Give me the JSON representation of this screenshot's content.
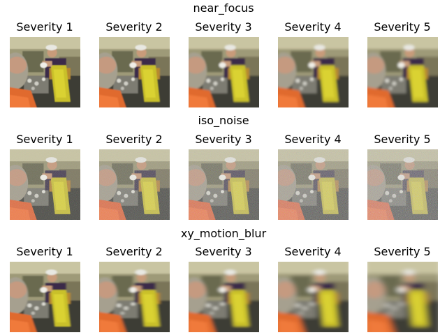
{
  "rows": [
    {
      "title": "near_focus",
      "cells": [
        {
          "label": "Severity 1"
        },
        {
          "label": "Severity 2"
        },
        {
          "label": "Severity 3"
        },
        {
          "label": "Severity 4"
        },
        {
          "label": "Severity 5"
        }
      ]
    },
    {
      "title": "iso_noise",
      "cells": [
        {
          "label": "Severity 1"
        },
        {
          "label": "Severity 2"
        },
        {
          "label": "Severity 3"
        },
        {
          "label": "Severity 4"
        },
        {
          "label": "Severity 5"
        }
      ]
    },
    {
      "title": "xy_motion_blur",
      "cells": [
        {
          "label": "Severity 1"
        },
        {
          "label": "Severity 2"
        },
        {
          "label": "Severity 3"
        },
        {
          "label": "Severity 4"
        },
        {
          "label": "Severity 5"
        }
      ]
    }
  ]
}
